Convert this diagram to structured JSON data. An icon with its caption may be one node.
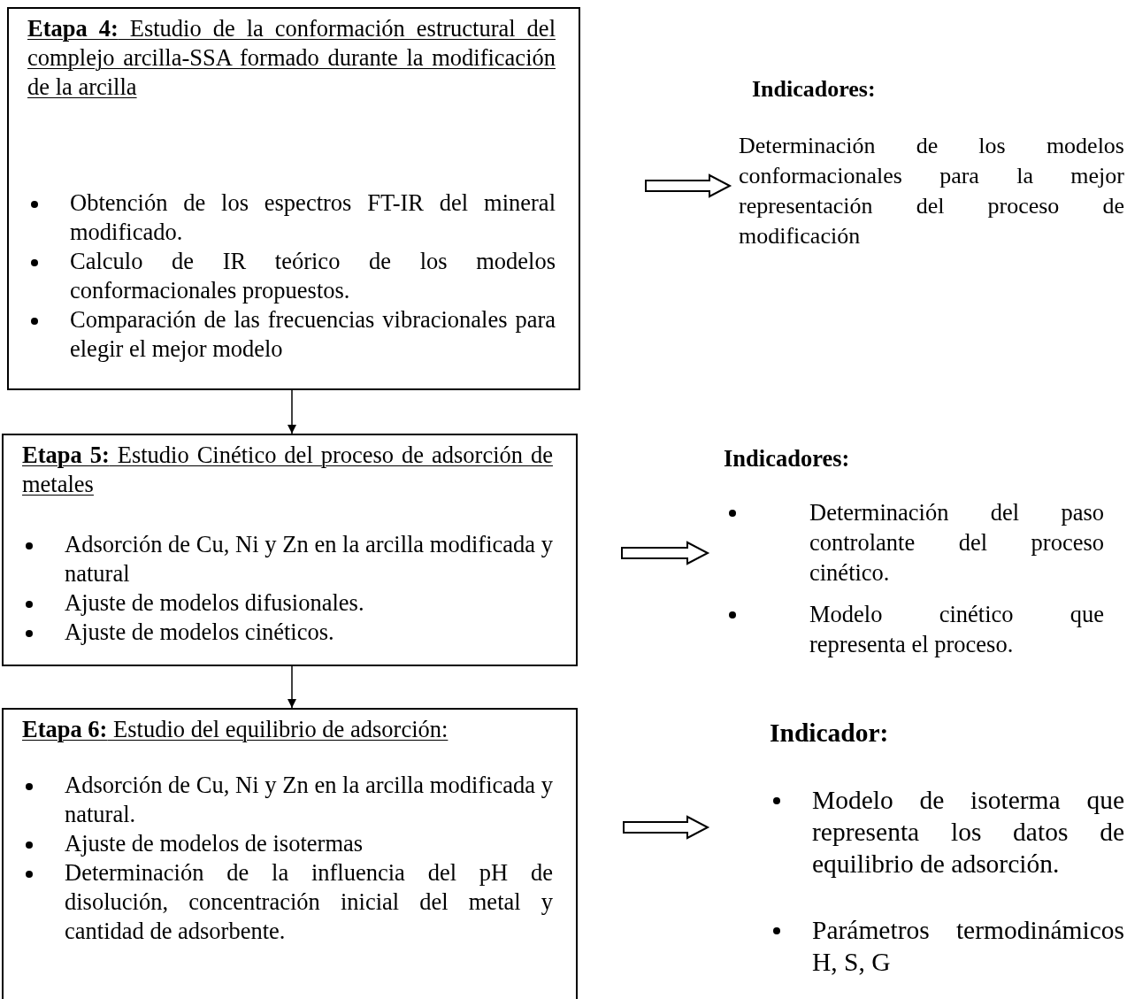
{
  "diagram": {
    "nodes": [
      {
        "text": [
          "**Etapa 4:** Estudio de la conformación estructural del complejo arcilla-SSA formado durante la modificación de la arcilla",
          "Obtención de los espectros FT-IR del mineral modificado.",
          "Calculo de IR teórico de los modelos conformacionales propuestos.",
          "Comparación de las frecuencias vibracionales para elegir el mejor modelo"
        ]
      },
      {
        "text": [
          "**Etapa 5:** Estudio Cinético del proceso de adsorción de metales",
          "Adsorción de Cu, Ni y Zn en la arcilla modificada y natural",
          "Ajuste de modelos difusionales.",
          "Ajuste de modelos cinéticos."
        ]
      },
      {
        "text": [
          "**Etapa 6:** Estudio del equilibrio de adsorción:",
          "Adsorción de Cu, Ni y Zn en la arcilla modificada y natural.",
          "Ajuste de modelos de isotermas",
          "Determinación de la influencia del pH de disolución, concentración inicial del metal y cantidad de adsorbente."
        ]
      },
      {
        "text": [
          "Indicadores:",
          "Determinación de los modelos conformacionales para la mejor representación del proceso de modificación"
        ]
      },
      {
        "text": [
          "Indicadores:",
          "Determinación del paso controlante del proceso cinético.",
          "Modelo cinético que representa el proceso."
        ]
      },
      {
        "text": [
          "Indicador:",
          "Modelo de isoterma que representa los datos de equilibrio de adsorción.",
          "Parámetros termodinámicos H, S, G"
        ]
      }
    ],
    "edges": [
      {
        "from": 0,
        "to": 1,
        "arrow": "to"
      },
      {
        "from": 1,
        "to": 2,
        "arrow": "to"
      },
      {
        "from": 0,
        "to": 3,
        "arrow": "to",
        "style": "thick"
      },
      {
        "from": 1,
        "to": 4,
        "arrow": "to",
        "style": "thick"
      },
      {
        "from": 2,
        "to": 5,
        "arrow": "to",
        "style": "thick"
      }
    ]
  }
}
